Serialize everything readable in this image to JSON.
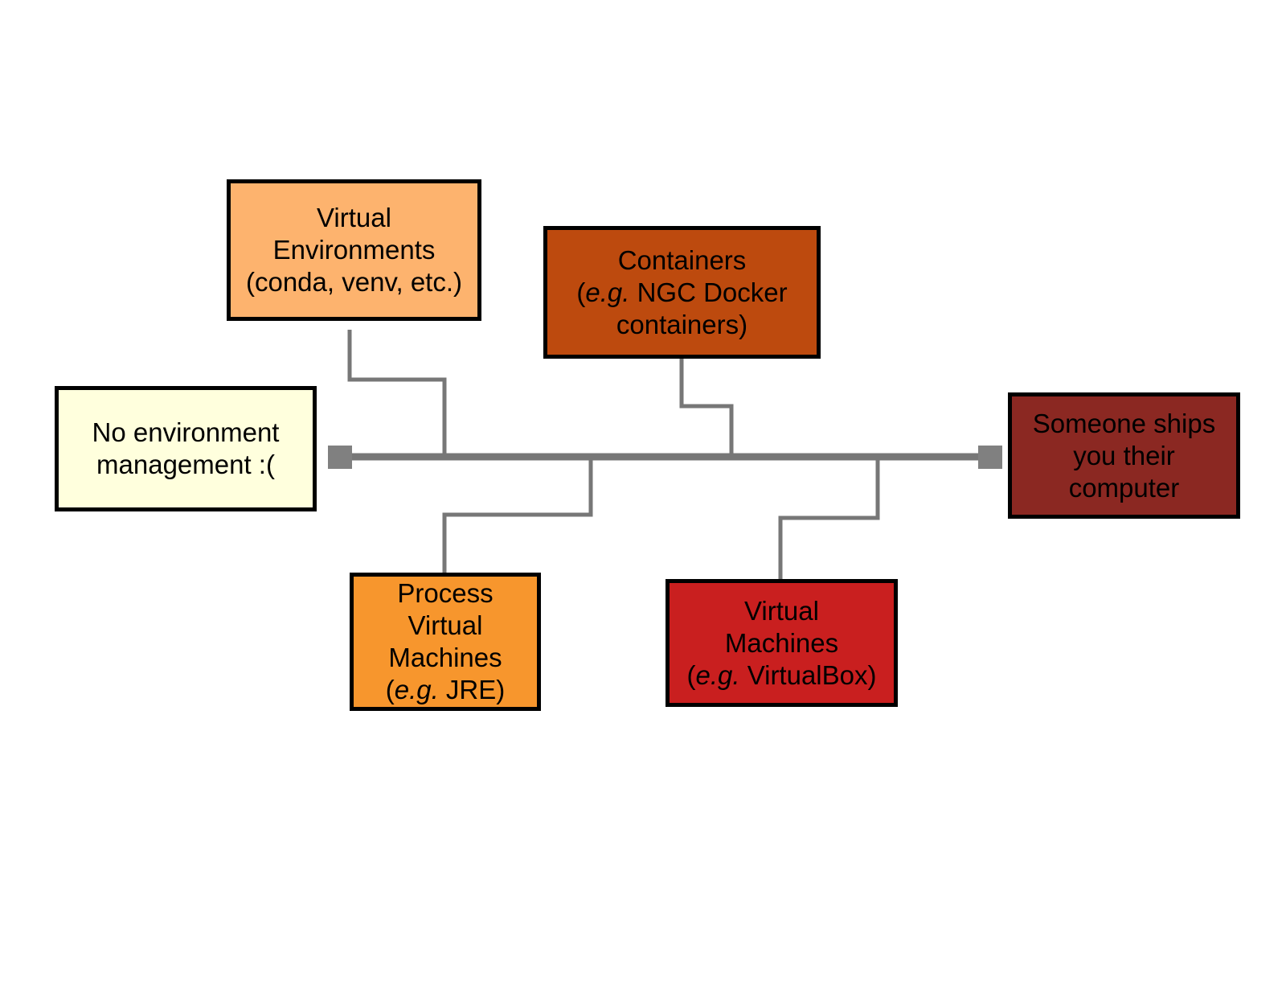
{
  "colors": {
    "line": "#777777",
    "end_cap": "#808080",
    "border": "#000000",
    "no_env": "#ffffdd",
    "venv": "#fdb36e",
    "containers": "#bd4a0e",
    "process_vm": "#f7962d",
    "vm": "#c91f1f",
    "ships_computer": "#8b2822"
  },
  "nodes": {
    "no_env": {
      "lines": [
        "No environment",
        "management :("
      ]
    },
    "venv": {
      "lines": [
        "Virtual",
        "Environments",
        "(conda, venv, etc.)"
      ]
    },
    "containers": {
      "line1": "Containers",
      "eg": "e.g.",
      "line2_rest": " NGC Docker",
      "line3": "containers)"
    },
    "process_vm": {
      "line1": "Process",
      "line2": "Virtual",
      "line3": "Machines",
      "eg": "e.g.",
      "line4_rest": " JRE)"
    },
    "vm": {
      "line1": "Virtual",
      "line2": "Machines",
      "eg": "e.g.",
      "line3_rest": " VirtualBox)"
    },
    "ships": {
      "lines": [
        "Someone ships",
        "you their",
        "computer"
      ]
    }
  },
  "open_paren": "("
}
